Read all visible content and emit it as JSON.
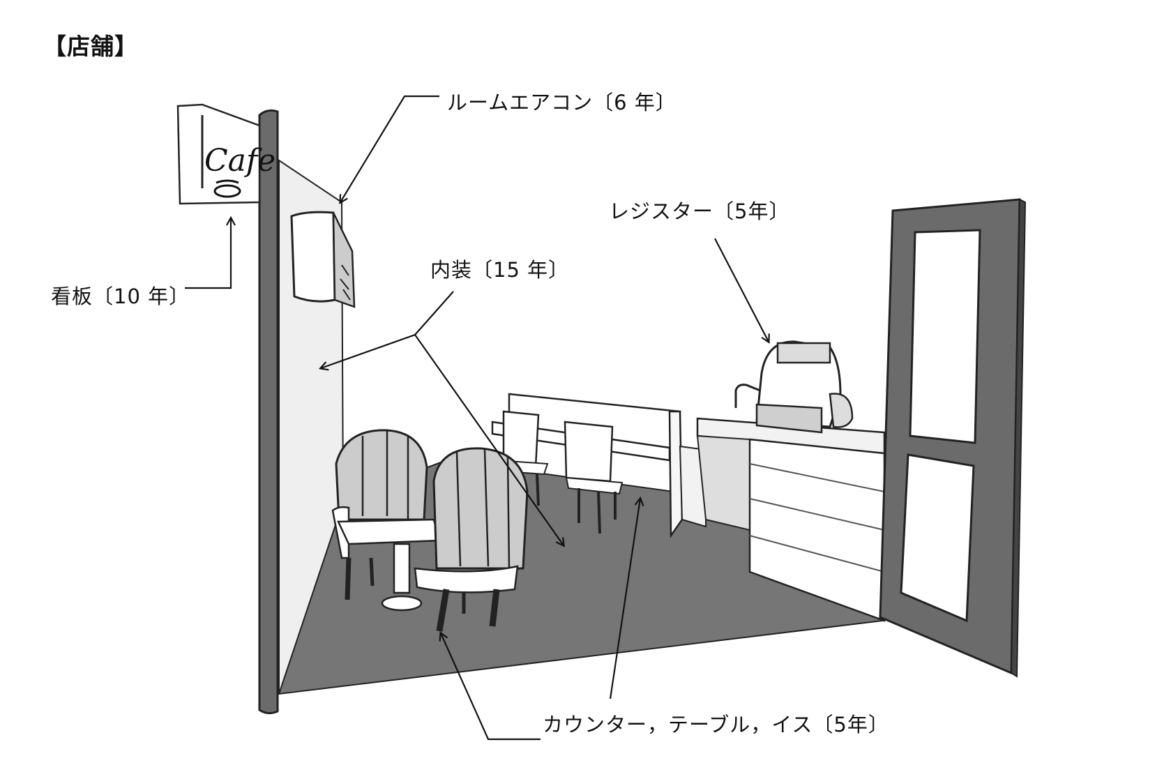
{
  "page": {
    "title": "【店舗】"
  },
  "sign": {
    "text": "Cafe"
  },
  "labels": {
    "aircon": "ルームエアコン〔6 年〕",
    "register": "レジスター〔5年〕",
    "interior": "内装〔15 年〕",
    "signboard": "看板〔10 年〕",
    "furniture": "カウンター，テーブル，イス〔5年〕"
  },
  "colors": {
    "floor": "#767676",
    "door": "#6b6b6b",
    "wall": "#efefef",
    "line": "#111111"
  }
}
